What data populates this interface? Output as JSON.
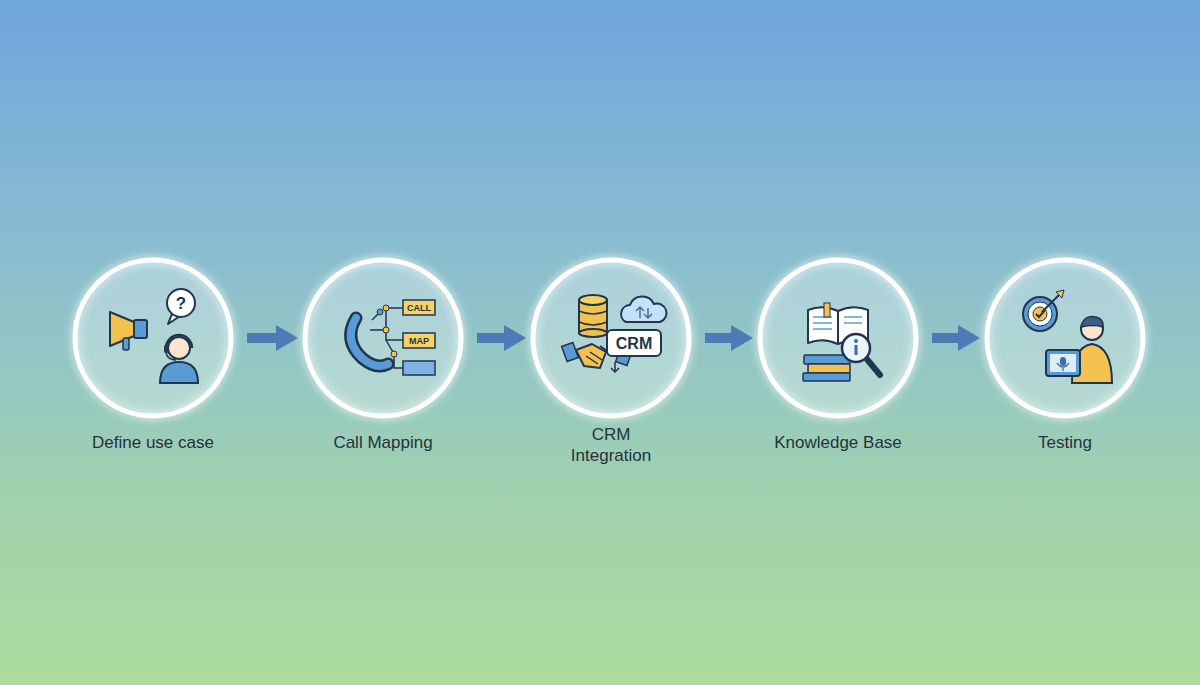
{
  "diagram": {
    "nodes": [
      {
        "text": [
          "Define use case"
        ]
      },
      {
        "text": [
          "Call Mapping"
        ]
      },
      {
        "text": [
          "CRM Integration"
        ]
      },
      {
        "text": [
          "Knowledge Base"
        ]
      },
      {
        "text": [
          "Testing"
        ]
      }
    ],
    "edges": [
      {
        "from": 0,
        "to": 1,
        "arrow": "to"
      },
      {
        "from": 1,
        "to": 2,
        "arrow": "to"
      },
      {
        "from": 2,
        "to": 3,
        "arrow": "to"
      },
      {
        "from": 3,
        "to": 4,
        "arrow": "to"
      }
    ],
    "labels": [
      "?",
      "CALL",
      "MAP",
      "CRM"
    ]
  }
}
